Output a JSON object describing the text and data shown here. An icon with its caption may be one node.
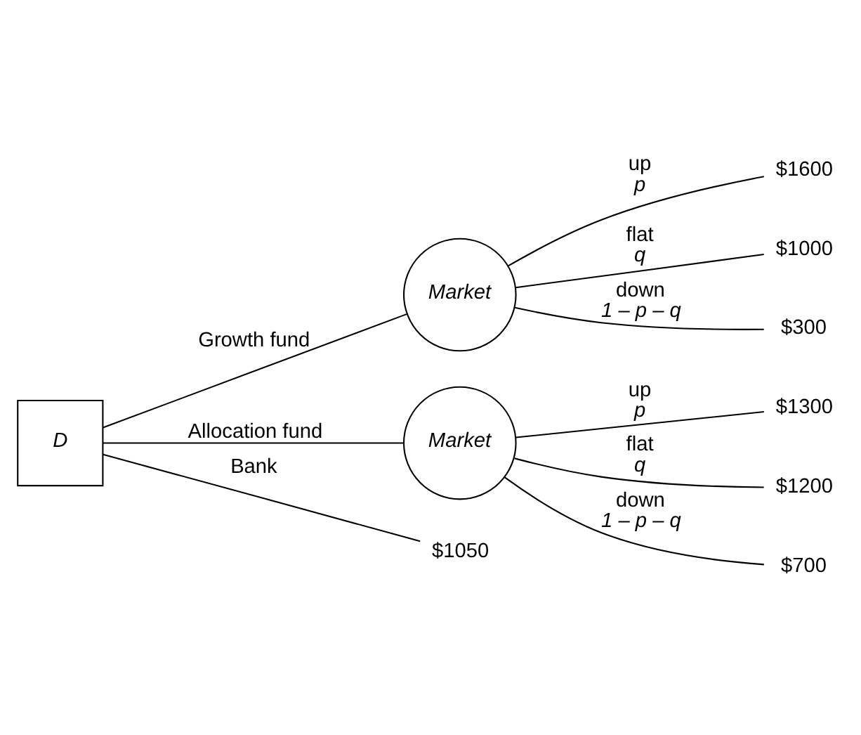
{
  "diagram": {
    "nodes": [
      {
        "text": [
          "D"
        ]
      },
      {
        "text": [
          "Market"
        ]
      },
      {
        "text": [
          "Market"
        ]
      },
      {
        "text": [
          "$1600"
        ]
      },
      {
        "text": [
          "$1000"
        ]
      },
      {
        "text": [
          "$300"
        ]
      },
      {
        "text": [
          "$1300"
        ]
      },
      {
        "text": [
          "$1200"
        ]
      },
      {
        "text": [
          "$700"
        ]
      },
      {
        "text": [
          "$1050"
        ]
      }
    ],
    "edges": [
      {
        "from": 0,
        "to": 1,
        "arrow": "none",
        "label": "Growth fund"
      },
      {
        "from": 0,
        "to": 2,
        "arrow": "none",
        "label": "Allocation fund"
      },
      {
        "from": 0,
        "to": 9,
        "arrow": "none",
        "label": "Bank"
      },
      {
        "from": 1,
        "to": 3,
        "arrow": "none",
        "label": [
          "up",
          "p"
        ]
      },
      {
        "from": 1,
        "to": 4,
        "arrow": "none",
        "label": [
          "flat",
          "q"
        ]
      },
      {
        "from": 1,
        "to": 5,
        "arrow": "none",
        "label": [
          "down",
          "1 – p – q"
        ]
      },
      {
        "from": 2,
        "to": 6,
        "arrow": "none",
        "label": [
          "up",
          "p"
        ]
      },
      {
        "from": 2,
        "to": 7,
        "arrow": "none",
        "label": [
          "flat",
          "q"
        ]
      },
      {
        "from": 2,
        "to": 8,
        "arrow": "none",
        "label": [
          "down",
          "1 – p – q"
        ]
      }
    ]
  }
}
